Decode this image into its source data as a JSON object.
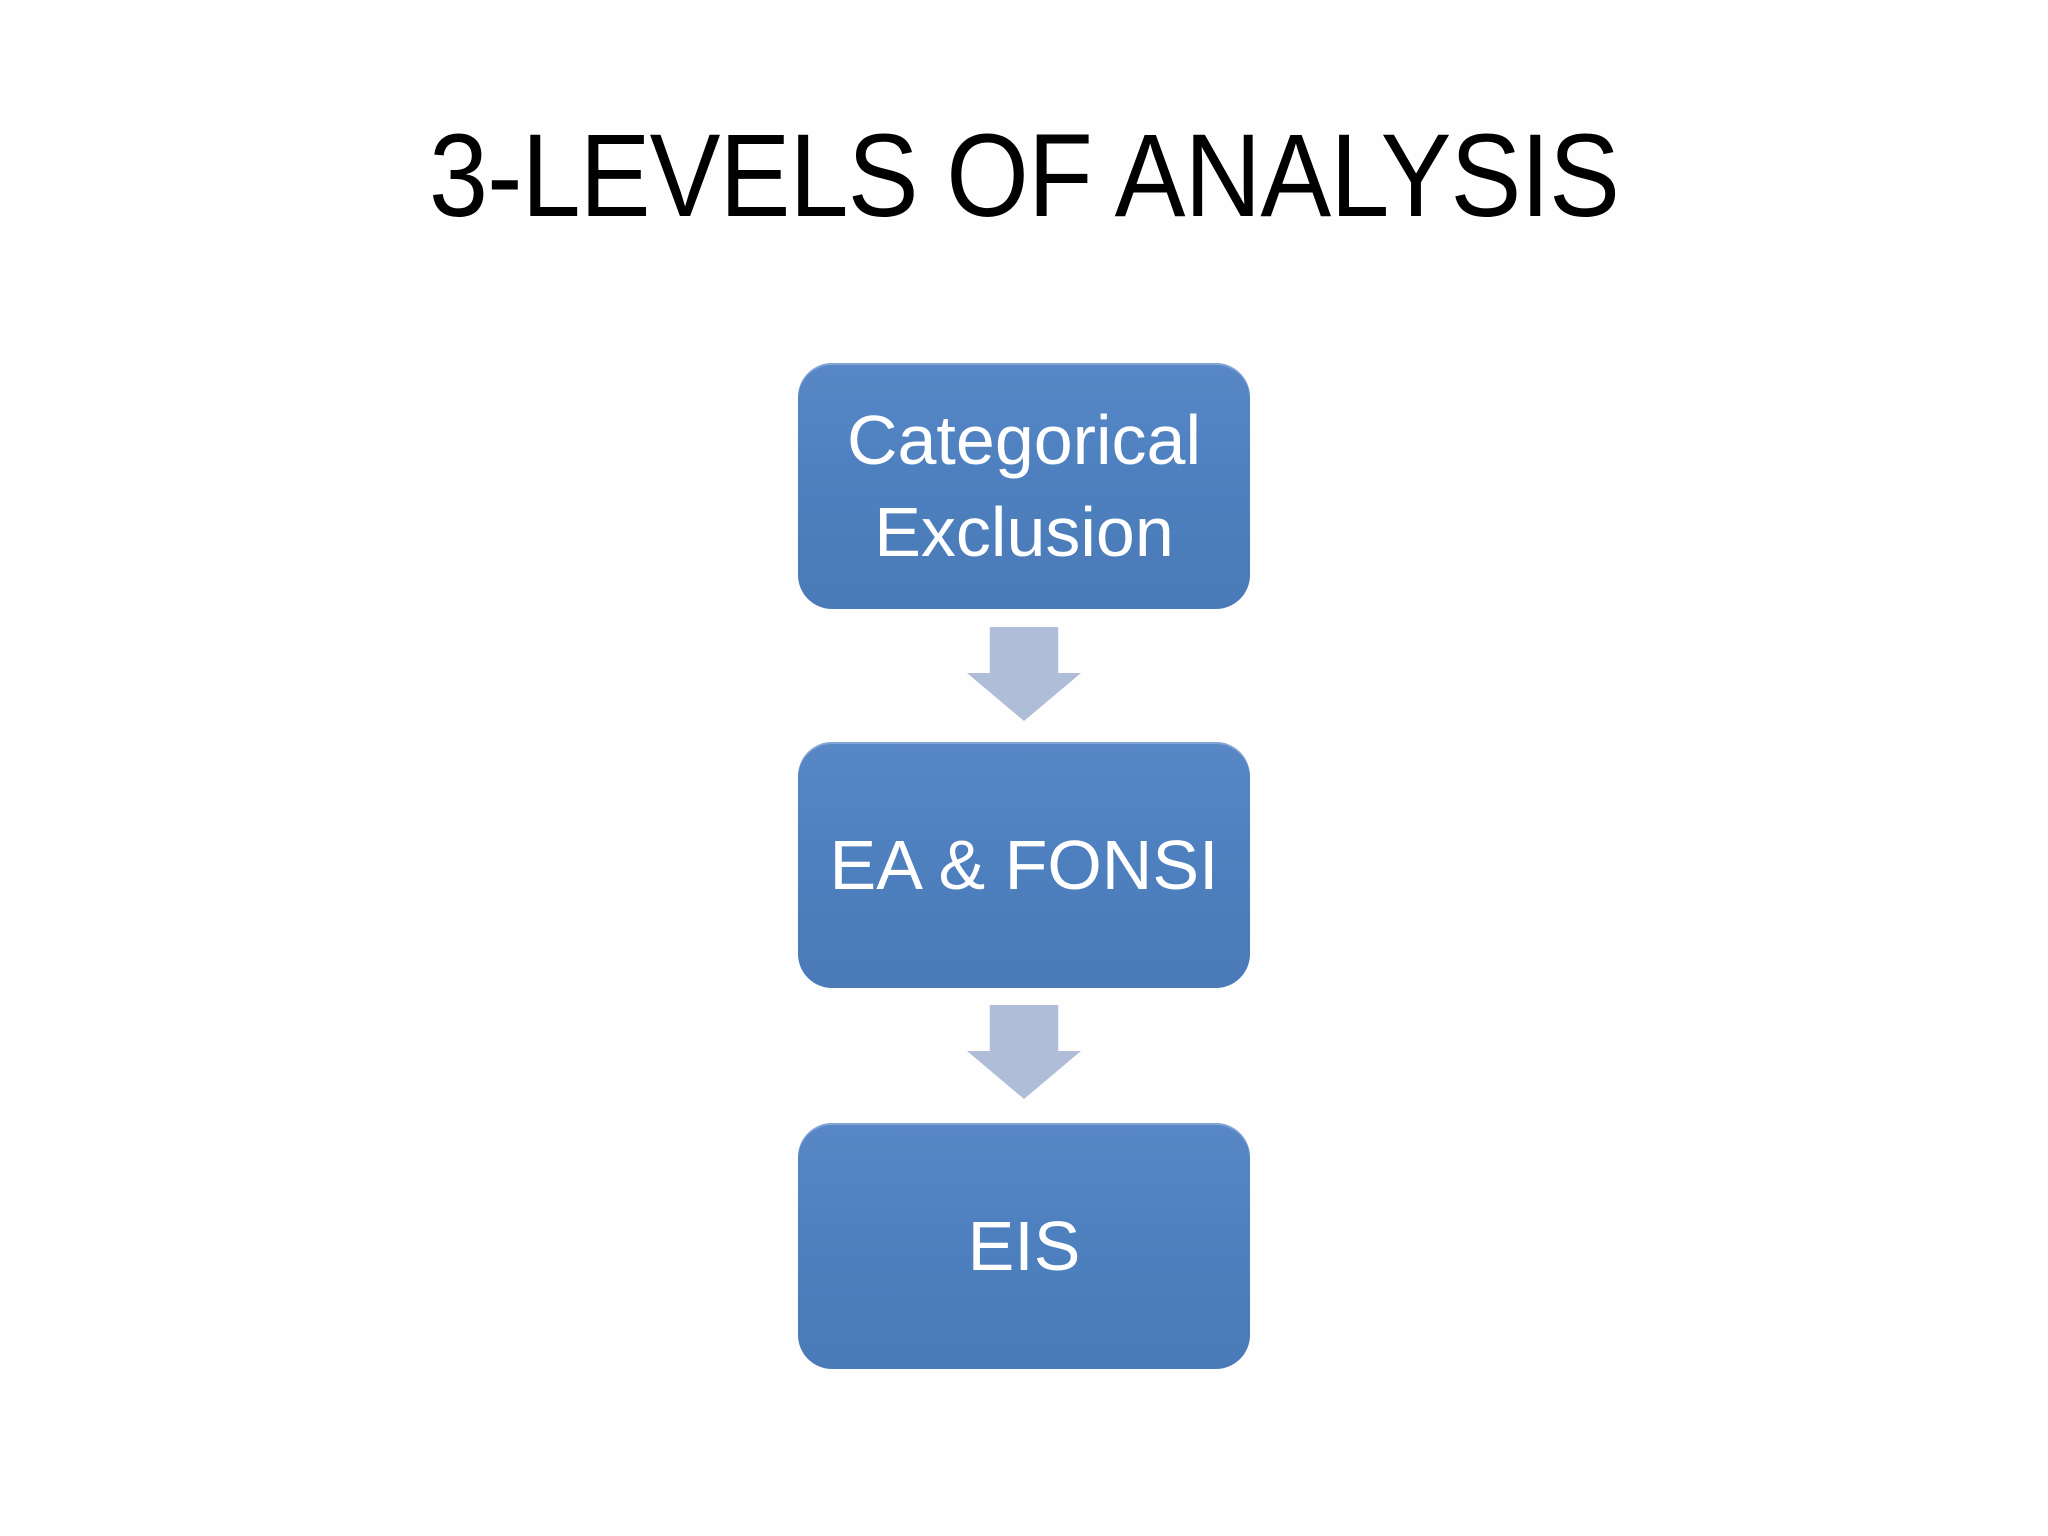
{
  "slide": {
    "title": "3-LEVELS OF ANALYSIS"
  },
  "diagram": {
    "type": "vertical-flow",
    "flow_direction": "down",
    "nodes": [
      {
        "label": "Categorical Exclusion"
      },
      {
        "label": "EA & FONSI"
      },
      {
        "label": "EIS"
      }
    ],
    "connectors": [
      {
        "from": "Categorical Exclusion",
        "to": "EA & FONSI",
        "shape": "block-arrow-down"
      },
      {
        "from": "EA & FONSI",
        "to": "EIS",
        "shape": "block-arrow-down"
      }
    ],
    "colors": {
      "node_fill": "#4e80bf",
      "node_text": "#ffffff",
      "arrow_fill": "#b0bdd9",
      "title_text": "#000000",
      "background": "#fefefe"
    }
  }
}
